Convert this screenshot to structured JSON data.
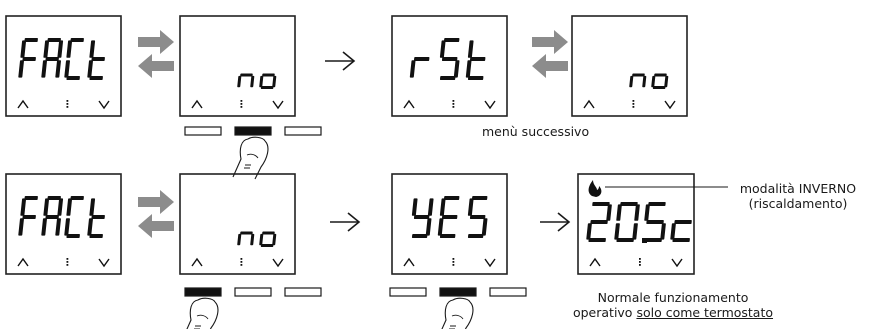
{
  "rows": [
    {
      "name": "row-factory-reset-no",
      "screens": [
        {
          "name": "screen-fact",
          "text": "FACt",
          "mode": "big"
        },
        {
          "name": "screen-no",
          "text": "no",
          "mode": "small"
        },
        {
          "name": "screen-rst",
          "text": "rSt",
          "mode": "big"
        },
        {
          "name": "screen-no-2",
          "text": "no",
          "mode": "small"
        }
      ]
    },
    {
      "name": "row-factory-reset-yes",
      "screens": [
        {
          "name": "screen-fact-2",
          "text": "FACt",
          "mode": "big"
        },
        {
          "name": "screen-no-3",
          "text": "no",
          "mode": "small"
        },
        {
          "name": "screen-yes",
          "text": "YES",
          "mode": "big"
        },
        {
          "name": "screen-temperature",
          "text": "20.5c",
          "mode": "temp"
        }
      ]
    }
  ],
  "indicator_up": "^",
  "indicator_down": "v",
  "labels": {
    "next_menu": "menù successivo",
    "winter_mode_line1": "modalità INVERNO",
    "winter_mode_line2": "(riscaldamento)",
    "normal_op_line1": "Normale funzionamento",
    "normal_op_line2_prefix": "operativo ",
    "normal_op_line2_underlined": "solo come termostato"
  },
  "icons": {
    "double_arrow": "left-right-arrows-icon",
    "next_arrow": "right-arrow-icon",
    "finger": "finger-press-icon",
    "flame": "flame-icon"
  },
  "buttons": {
    "row1_pressed": "center",
    "row2_step1_pressed": "left",
    "row2_step2_pressed": "center"
  },
  "colors": {
    "lcd_border": "#222222",
    "segment": "#111111",
    "arrow_gray": "#8c8c8c",
    "button_fill": "#111111"
  }
}
